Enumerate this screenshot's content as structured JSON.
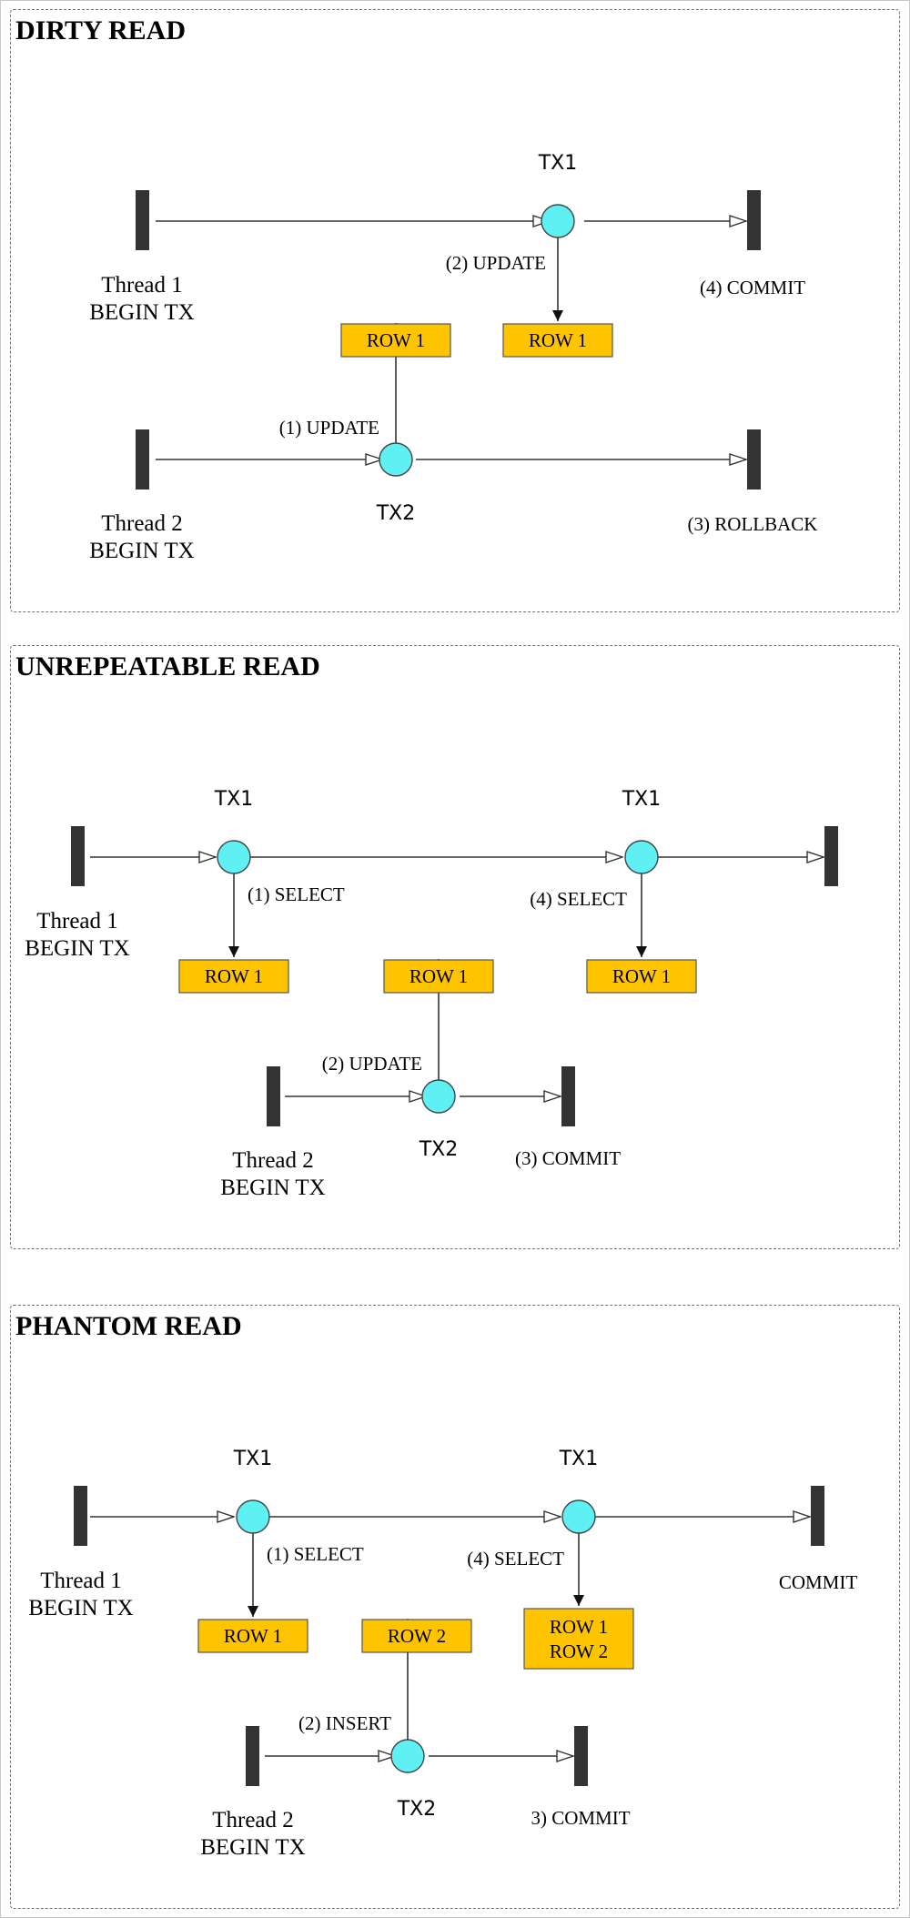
{
  "colors": {
    "bar": "#333333",
    "node_fill": "#5ff0f4",
    "node_stroke": "#444444",
    "row_fill": "#ffc400",
    "row_stroke": "#555555",
    "line": "#333333",
    "panel_border": "#6f6f6f"
  },
  "dirty_read": {
    "title": "DIRTY READ",
    "tx1_label": "TX1",
    "tx2_label": "TX2",
    "thread1_line1": "Thread 1",
    "thread1_line2": "BEGIN TX",
    "thread2_line1": "Thread 2",
    "thread2_line2": "BEGIN TX",
    "step1": "(1) UPDATE",
    "step2": "(2) UPDATE",
    "step3": "(3) ROLLBACK",
    "step4": "(4) COMMIT",
    "row_tx1": "ROW 1",
    "row_tx2": "ROW 1"
  },
  "unrepeatable_read": {
    "title": "UNREPEATABLE READ",
    "tx1_label_a": "TX1",
    "tx1_label_b": "TX1",
    "tx2_label": "TX2",
    "thread1_line1": "Thread 1",
    "thread1_line2": "BEGIN TX",
    "thread2_line1": "Thread 2",
    "thread2_line2": "BEGIN TX",
    "step1": "(1) SELECT",
    "step2": "(2) UPDATE",
    "step3": "(3) COMMIT",
    "step4": "(4) SELECT",
    "row_first_select": "ROW 1",
    "row_update": "ROW 1",
    "row_second_select": "ROW 1"
  },
  "phantom_read": {
    "title": "PHANTOM READ",
    "tx1_label_a": "TX1",
    "tx1_label_b": "TX1",
    "tx2_label": "TX2",
    "thread1_line1": "Thread 1",
    "thread1_line2": "BEGIN TX",
    "thread2_line1": "Thread 2",
    "thread2_line2": "BEGIN TX",
    "step1": "(1) SELECT",
    "step2": "(2) INSERT",
    "step3": "3) COMMIT",
    "step4": "(4) SELECT",
    "commit": "COMMIT",
    "row_first_select": "ROW 1",
    "row_insert": "ROW 2",
    "row_second_select_line1": "ROW 1",
    "row_second_select_line2": "ROW 2"
  }
}
